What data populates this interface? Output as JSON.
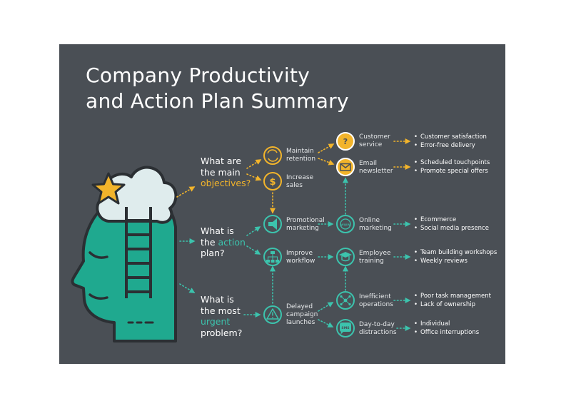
{
  "title": {
    "line1": "Company Productivity",
    "line2": "and Action Plan Summary"
  },
  "questions": {
    "objectives": {
      "line1": "What are",
      "line2": "the main",
      "highlight": "objectives?"
    },
    "action": {
      "line1": "What is",
      "pre": "the ",
      "highlight": "action",
      "line3": "plan?"
    },
    "problem": {
      "line1": "What is",
      "line2": "the most",
      "highlight": "urgent",
      "line4": "problem?"
    }
  },
  "nodes": {
    "maintain": {
      "line1": "Maintain",
      "line2": "retention",
      "icon": "refresh-icon"
    },
    "increase": {
      "line1": "Increase",
      "line2": "sales",
      "icon": "dollar-icon"
    },
    "customer": {
      "line1": "Customer",
      "line2": "service",
      "icon": "question-icon"
    },
    "email": {
      "line1": "Email",
      "line2": "newsletter",
      "icon": "envelope-icon"
    },
    "promo": {
      "line1": "Promotional",
      "line2": "marketing",
      "icon": "megaphone-icon"
    },
    "online": {
      "line1": "Online",
      "line2": "marketing",
      "icon": "www-icon"
    },
    "improve": {
      "line1": "Improve",
      "line2": "workflow",
      "icon": "org-chart-icon"
    },
    "training": {
      "line1": "Employee",
      "line2": "training",
      "icon": "graduation-icon"
    },
    "delayed": {
      "line1": "Delayed",
      "line2": "campaign",
      "line3": "launches",
      "icon": "alert-icon"
    },
    "inefficient": {
      "line1": "Inefficient",
      "line2": "operations",
      "icon": "network-icon"
    },
    "distractions": {
      "line1": "Day-to-day",
      "line2": "distractions",
      "icon": "sms-icon"
    }
  },
  "results": {
    "customer": [
      "Customer satisfaction",
      "Error-free delivery"
    ],
    "email": [
      "Scheduled touchpoints",
      "Promote special offers"
    ],
    "online": [
      "Ecommerce",
      "Social media presence"
    ],
    "training": [
      "Team building workshops",
      "Weekly reviews"
    ],
    "inefficient": [
      "Poor task management",
      "Lack of ownership"
    ],
    "distractions": [
      "Individual",
      "Office interruptions"
    ]
  },
  "colors": {
    "background": "#4a4f55",
    "yellow": "#f2b42b",
    "teal": "#3cc3ad",
    "head": "#1fa98f",
    "cloud": "#dfeced",
    "outline": "#2b2f33"
  }
}
